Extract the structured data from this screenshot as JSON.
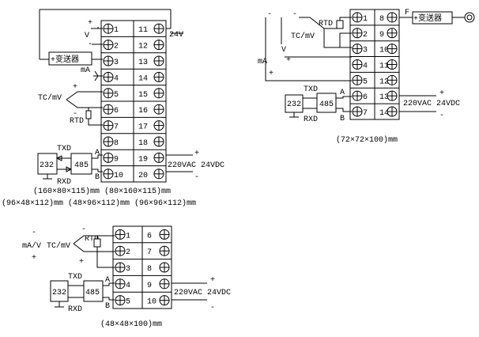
{
  "diagram_a": {
    "terminals_left": [
      "1",
      "2",
      "3",
      "4",
      "5",
      "6",
      "7",
      "8",
      "9",
      "10"
    ],
    "terminals_right": [
      "11",
      "12",
      "13",
      "14",
      "15",
      "16",
      "17",
      "18",
      "19",
      "20"
    ],
    "transmitter": "+变送器",
    "v_label": "V",
    "ma_label": "mA",
    "tc_label": "TC/mV",
    "rtd_label": "RTD",
    "supply_24v": "24V",
    "txd": "TXD",
    "rxd": "RXD",
    "box_232": "232",
    "box_485": "485",
    "a_label": "A",
    "b_label": "B",
    "power_label": "220VAC 24VDC",
    "caption_1": "(160×80×115)mm (80×160×115)mm",
    "caption_2": "(96×48×112)mm (48×96×112)mm (96×96×112)mm"
  },
  "diagram_b": {
    "terminals_left": [
      "1",
      "2",
      "3",
      "4",
      "5",
      "6",
      "7"
    ],
    "terminals_right": [
      "8",
      "9",
      "10",
      "11",
      "12",
      "13",
      "14"
    ],
    "transmitter": "+变送器",
    "rtd_label": "RTD",
    "tc_label": "TC/mV",
    "v_label": "V",
    "ma_label": "mA",
    "f_label": "F",
    "txd": "TXD",
    "rxd": "RXD",
    "box_232": "232",
    "box_485": "485",
    "a_label": "A",
    "b_label": "B",
    "power_label": "220VAC 24VDC",
    "caption": "(72×72×100)mm"
  },
  "diagram_c": {
    "terminals_left": [
      "1",
      "2",
      "3",
      "4",
      "5"
    ],
    "terminals_right": [
      "6",
      "7",
      "8",
      "9",
      "10"
    ],
    "ma_v_label": "mA/V",
    "tc_label": "TC/mV",
    "rtd_label": "RTD",
    "txd": "TXD",
    "rxd": "RXD",
    "box_232": "232",
    "box_485": "485",
    "a_label": "A",
    "b_label": "B",
    "power_label": "220VAC 24VDC",
    "caption": "(48×48×100)mm"
  },
  "symbols": {
    "plus": "+",
    "minus": "-"
  }
}
